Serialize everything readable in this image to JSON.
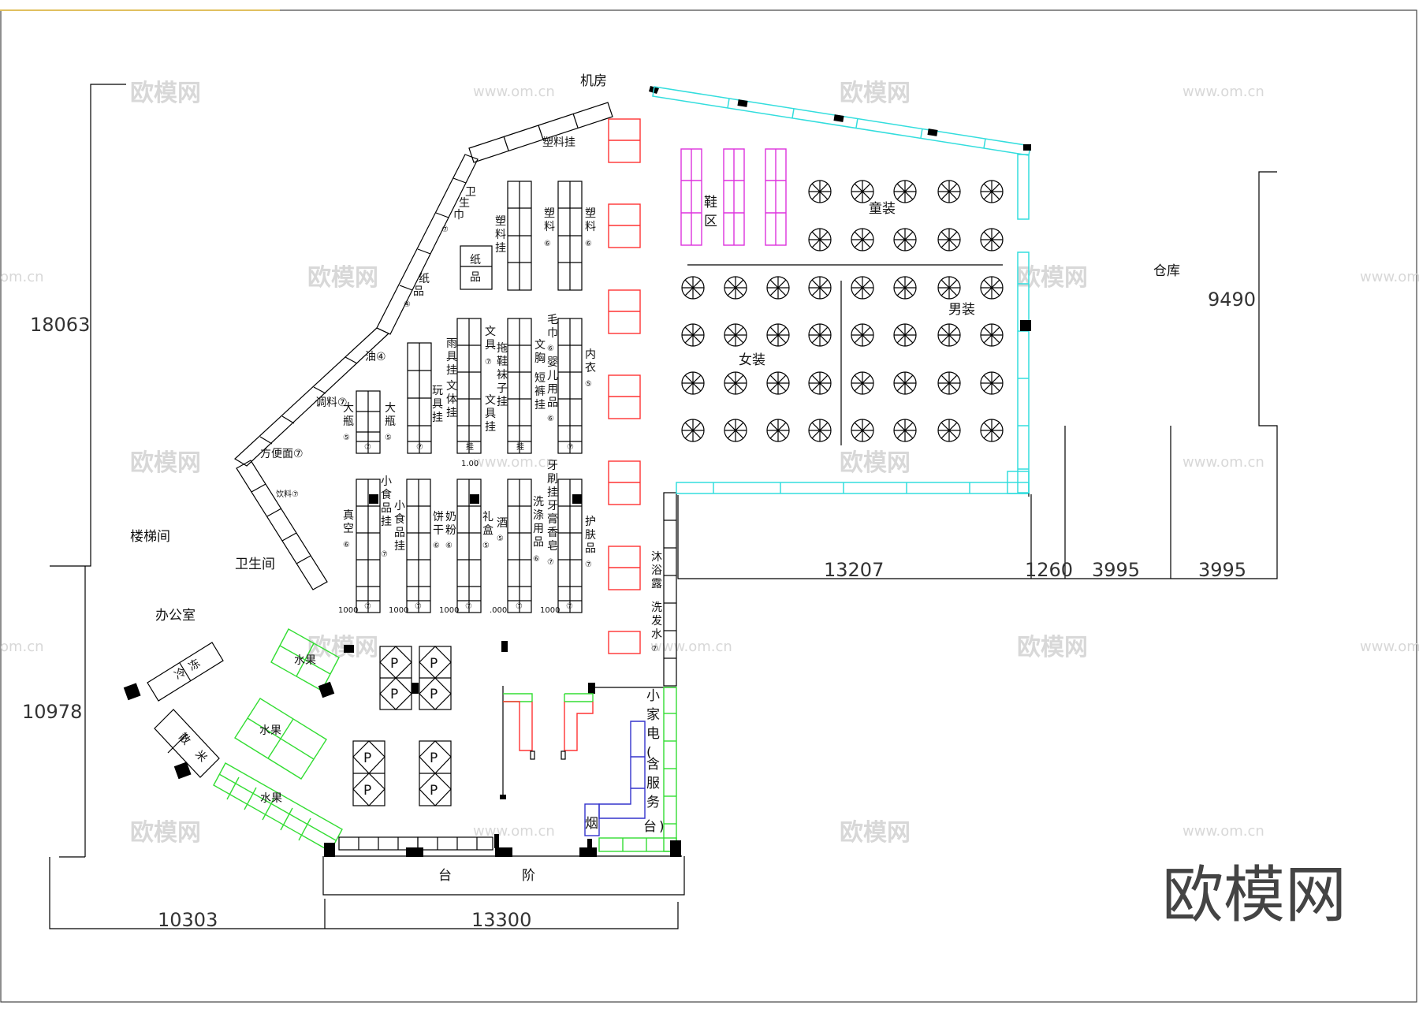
{
  "rooms": {
    "machine_room": "机房",
    "warehouse": "仓库",
    "stairwell": "楼梯间",
    "restroom": "卫生间",
    "office": "办公室",
    "steps": [
      "台",
      "阶"
    ]
  },
  "zones": {
    "shoes": [
      "鞋",
      "区"
    ],
    "kids": "童装",
    "mens": "男装",
    "womens": "女装",
    "appliance_service": [
      "小",
      "家",
      "电",
      "(",
      "含",
      "服",
      "务",
      "台",
      ")"
    ],
    "tobacco": "烟"
  },
  "perimeter_labels": {
    "plastic_hang": "塑料挂",
    "sanitary": [
      "卫",
      "生",
      "巾",
      "⑦"
    ],
    "paper_goods": [
      "纸",
      "品",
      "④"
    ],
    "oil": "油④",
    "seasoning": "调料⑦",
    "instant_noodle": "方便面⑦",
    "drinks": "饮料⑦",
    "bath": [
      "沐",
      "浴",
      "露"
    ],
    "shampoo": [
      "洗",
      "发",
      "水",
      "⑦"
    ],
    "frozen": [
      "冷",
      "冻"
    ],
    "bulk_rice": [
      "散",
      "米"
    ],
    "fruit": [
      "水果",
      "水果",
      "水果"
    ]
  },
  "shelves": {
    "paper_box": [
      "纸",
      "品"
    ],
    "plastic1": [
      "塑",
      "料",
      "挂"
    ],
    "plastic2": [
      "塑",
      "料",
      "⑥"
    ],
    "plastic3": [
      "塑",
      "料",
      "⑥"
    ],
    "rain_gear": [
      "雨",
      "具",
      "挂"
    ],
    "stationery_col": [
      "文",
      "具",
      "⑦"
    ],
    "slippers": [
      "拖",
      "鞋"
    ],
    "socks": [
      "袜",
      "子",
      "挂"
    ],
    "stationery2": [
      "文",
      "具",
      "挂"
    ],
    "towel": [
      "毛",
      "巾",
      "⑥"
    ],
    "bra": [
      "文",
      "胸"
    ],
    "shorts": [
      "短",
      "裤",
      "挂"
    ],
    "baby": [
      "婴",
      "儿",
      "用",
      "品",
      "⑥"
    ],
    "underwear": [
      "内",
      "衣",
      "⑤"
    ],
    "toys": [
      "玩",
      "具",
      "挂"
    ],
    "stationery_body": [
      "文",
      "体",
      "挂"
    ],
    "bigvolume1": [
      "大",
      "瓶",
      "⑤"
    ],
    "bigvolume2": [
      "大",
      "瓶",
      "⑤"
    ],
    "vacuum": [
      "真",
      "空",
      "⑥"
    ],
    "snacks1": [
      "小",
      "食",
      "品",
      "挂",
      "⑦"
    ],
    "snacks2": [
      "小",
      "食",
      "品",
      "挂"
    ],
    "biscuits": [
      "饼",
      "干",
      "⑥"
    ],
    "milk": [
      "奶",
      "粉",
      "⑥"
    ],
    "gift": [
      "礼",
      "盒",
      "⑤"
    ],
    "wine": [
      "酒",
      "⑤"
    ],
    "toothbrush": [
      "牙",
      "刷",
      "挂"
    ],
    "detergent": [
      "洗",
      "涤",
      "用",
      "品",
      "⑥"
    ],
    "toothpaste": [
      "牙",
      "膏",
      "香",
      "皂",
      "⑦"
    ],
    "skincare": [
      "护",
      "肤",
      "品",
      "⑦"
    ],
    "shelf_tags": [
      "⑦",
      "⑦",
      "挂",
      "挂",
      "⑦",
      "⑦"
    ],
    "shelf_tags_bottom": [
      "⑦",
      "⑦",
      "⑦",
      "⑦",
      "⑦",
      "⑦"
    ]
  },
  "spacing_labels": [
    "1.00",
    "1000",
    "1000",
    "1000",
    ".000",
    "1000"
  ],
  "parking": [
    "P",
    "P",
    "P",
    "P",
    "P",
    "P",
    "P",
    "P"
  ],
  "dimensions": {
    "left_top": "18063",
    "left_bottom": "10978",
    "bottom_left": "10303",
    "bottom_center": "13300",
    "right_h1": "13207",
    "right_h2": "1260",
    "right_h3": "3995",
    "right_h4": "3995",
    "right_v": "9490"
  },
  "watermark": {
    "cn": "欧模网",
    "url": "www.om.cn",
    "url_partial": "om.cn",
    "logo": "欧模网"
  }
}
